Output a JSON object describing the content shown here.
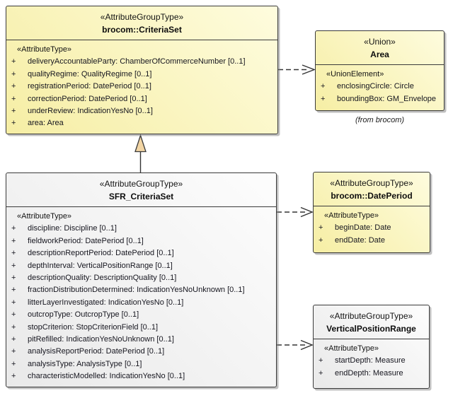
{
  "diagram": {
    "classes": [
      {
        "stereotype": "«AttributeGroupType»",
        "name": "brocom::CriteriaSet",
        "section": "«AttributeType»",
        "attrs": [
          {
            "vis": "+",
            "text": "deliveryAccountableParty: ChamberOfCommerceNumber [0..1]"
          },
          {
            "vis": "+",
            "text": "qualityRegime: QualityRegime [0..1]"
          },
          {
            "vis": "+",
            "text": "registrationPeriod: DatePeriod [0..1]"
          },
          {
            "vis": "+",
            "text": "correctionPeriod: DatePeriod [0..1]"
          },
          {
            "vis": "+",
            "text": "underReview: IndicationYesNo [0..1]"
          },
          {
            "vis": "+",
            "text": "area: Area"
          }
        ]
      },
      {
        "stereotype": "«Union»",
        "name": "Area",
        "section": "«UnionElement»",
        "attrs": [
          {
            "vis": "+",
            "text": "enclosingCircle: Circle"
          },
          {
            "vis": "+",
            "text": "boundingBox: GM_Envelope"
          }
        ],
        "note": "(from brocom)"
      },
      {
        "stereotype": "«AttributeGroupType»",
        "name": "SFR_CriteriaSet",
        "section": "«AttributeType»",
        "attrs": [
          {
            "vis": "+",
            "text": "discipline: Discipline [0..1]"
          },
          {
            "vis": "+",
            "text": "fieldworkPeriod: DatePeriod [0..1]"
          },
          {
            "vis": "+",
            "text": "descriptionReportPeriod: DatePeriod [0..1]"
          },
          {
            "vis": "+",
            "text": "depthInterval: VerticalPositionRange [0..1]"
          },
          {
            "vis": "+",
            "text": "descriptionQuality: DescriptionQuality [0..1]"
          },
          {
            "vis": "+",
            "text": "fractionDistributionDetermined: IndicationYesNoUnknown [0..1]"
          },
          {
            "vis": "+",
            "text": "litterLayerInvestigated: IndicationYesNo [0..1]"
          },
          {
            "vis": "+",
            "text": "outcropType: OutcropType [0..1]"
          },
          {
            "vis": "+",
            "text": "stopCriterion: StopCriterionField [0..1]"
          },
          {
            "vis": "+",
            "text": "pitRefilled: IndicationYesNoUnknown [0..1]"
          },
          {
            "vis": "+",
            "text": "analysisReportPeriod: DatePeriod [0..1]"
          },
          {
            "vis": "+",
            "text": "analysisType: AnalysisType [0..1]"
          },
          {
            "vis": "+",
            "text": "characteristicModelled: IndicationYesNo [0..1]"
          }
        ]
      },
      {
        "stereotype": "«AttributeGroupType»",
        "name": "brocom::DatePeriod",
        "section": "«AttributeType»",
        "attrs": [
          {
            "vis": "+",
            "text": "beginDate: Date"
          },
          {
            "vis": "+",
            "text": "endDate: Date"
          }
        ]
      },
      {
        "stereotype": "«AttributeGroupType»",
        "name": "VerticalPositionRange",
        "section": "«AttributeType»",
        "attrs": [
          {
            "vis": "+",
            "text": "startDepth: Measure"
          },
          {
            "vis": "+",
            "text": "endDepth: Measure"
          }
        ]
      }
    ],
    "relations": [
      {
        "type": "generalization",
        "from": "SFR_CriteriaSet",
        "to": "brocom::CriteriaSet"
      },
      {
        "type": "dependency",
        "from": "brocom::CriteriaSet",
        "to": "Area"
      },
      {
        "type": "dependency",
        "from": "SFR_CriteriaSet",
        "to": "brocom::DatePeriod"
      },
      {
        "type": "dependency",
        "from": "SFR_CriteriaSet",
        "to": "VerticalPositionRange"
      }
    ],
    "colors": {
      "yellow_fill_start": "#f6eea4",
      "yellow_fill_end": "#fefcde",
      "gray_fill_start": "#e9e9e9",
      "gray_fill_end": "#fdfdfd",
      "border": "#3a3a3a",
      "generalization_triangle_fill": "#f2d5a4"
    }
  }
}
